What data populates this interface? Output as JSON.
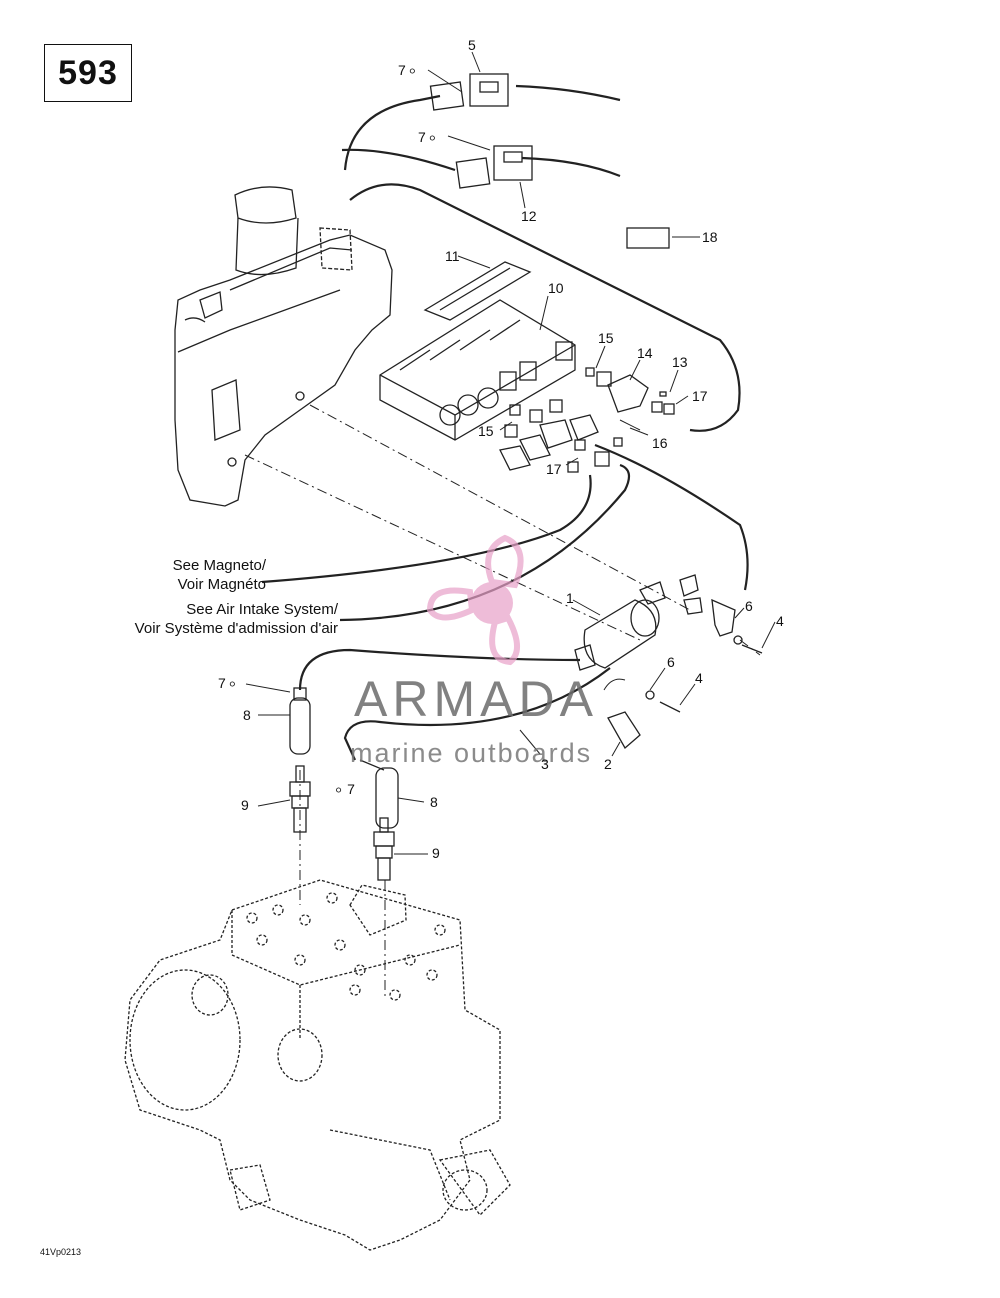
{
  "page_number": "593",
  "drawing_code": "41Vp0213",
  "watermark": {
    "brand": "ARMADA",
    "tagline": "marine outboards",
    "logo_icon": "propeller-logo-icon",
    "logo_color": "#e8a0c8"
  },
  "references": {
    "magneto": [
      "See Magneto/",
      "Voir Magnéto"
    ],
    "air_intake": [
      "See Air Intake System/",
      "Voir Système d'admission d'air"
    ]
  },
  "callouts": {
    "c1": "1",
    "c2": "2",
    "c3": "3",
    "c4a": "4",
    "c4b": "4",
    "c5": "5",
    "c6a": "6",
    "c6b": "6",
    "c7a": "7",
    "c7b": "7",
    "c7c": "7",
    "c7d": "7",
    "c8a": "8",
    "c8b": "8",
    "c9a": "9",
    "c9b": "9",
    "c10": "10",
    "c11": "11",
    "c12": "12",
    "c13": "13",
    "c14": "14",
    "c15a": "15",
    "c15b": "15",
    "c16": "16",
    "c17a": "17",
    "c17b": "17",
    "c18": "18"
  },
  "icons": {
    "lubricant": "oil-drop-icon"
  }
}
